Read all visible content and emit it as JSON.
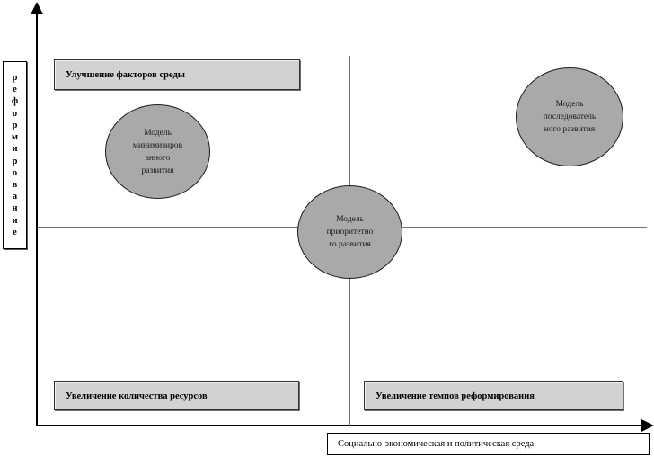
{
  "diagram": {
    "type": "quadrant-matrix",
    "axes": {
      "vertical": {
        "name": "vertical-axis",
        "label": "реформирование",
        "letters": [
          "р",
          "е",
          "ф",
          "о",
          "р",
          "м",
          "и",
          "р",
          "о",
          "в",
          "а",
          "н",
          "и",
          "е"
        ],
        "orientation": "stacked-letters",
        "arrow": "up"
      },
      "horizontal": {
        "name": "horizontal-axis",
        "label": "Социально-экономическая и политическая среда",
        "arrow": "right"
      }
    },
    "quadrant_captions": [
      {
        "id": "top-left",
        "label": "Улучшение факторов среды"
      },
      {
        "id": "bottom-left",
        "label": "Увеличение количества ресурсов"
      },
      {
        "id": "bottom-right",
        "label": "Увеличение темпов реформирования"
      }
    ],
    "nodes": [
      {
        "id": "minimized",
        "full_label": "Модель минимизированного развития",
        "lines": [
          "Модель",
          "минимизиров",
          "анного",
          "развития"
        ],
        "quadrant": "top-left"
      },
      {
        "id": "priority",
        "full_label": "Модель приоритетного развития",
        "lines": [
          "Модель",
          "приоритетно",
          "го  развития"
        ],
        "quadrant": "center"
      },
      {
        "id": "sequential",
        "full_label": "Модель последовательного развития",
        "lines": [
          "Модель",
          "последователь",
          "ного развития"
        ],
        "quadrant": "top-right"
      }
    ],
    "colors": {
      "ellipse_fill": "#a9a9a9",
      "ellipse_stroke": "#1c1c1c",
      "caption_fill": "#d2d2d2",
      "caption_stroke": "#333333",
      "axis": "#000000",
      "divider": "#6f6f6f",
      "background": "#ffffff"
    }
  }
}
